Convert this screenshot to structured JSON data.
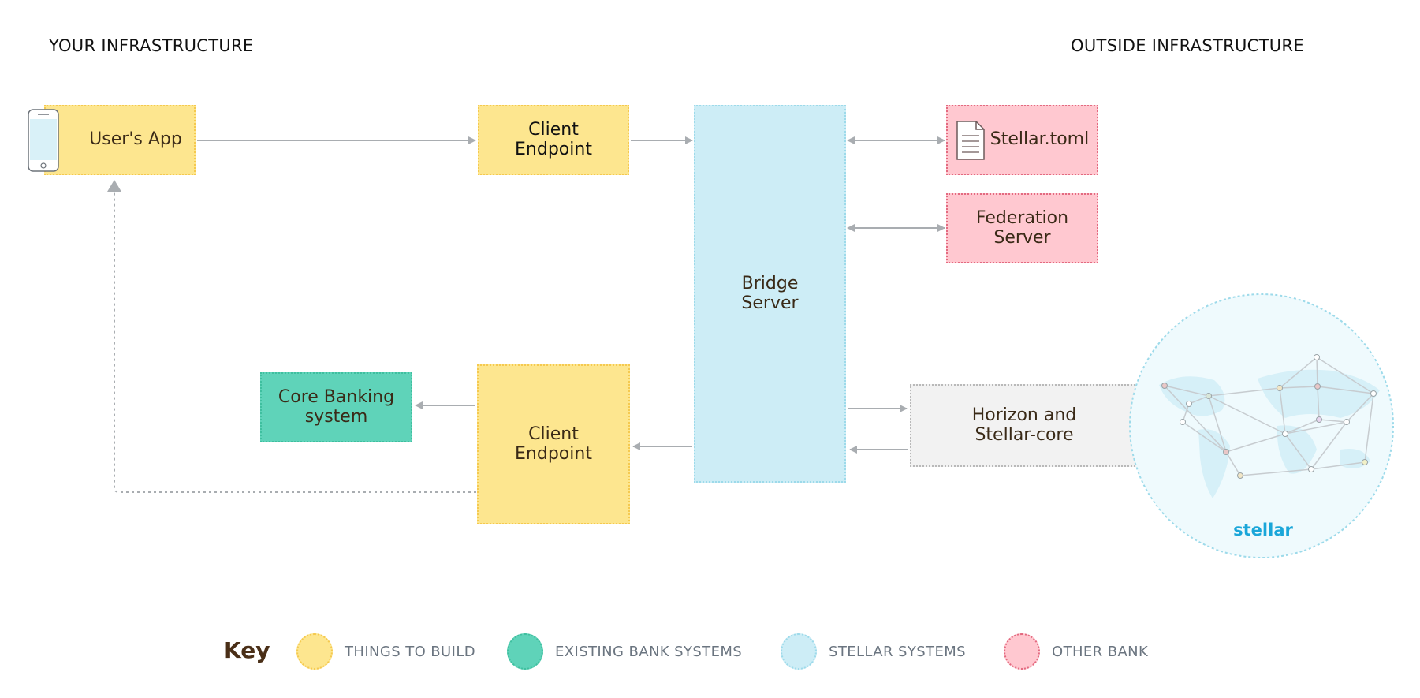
{
  "headings": {
    "left": "YOUR INFRASTRUCTURE",
    "right": "OUTSIDE INFRASTRUCTURE"
  },
  "nodes": {
    "users_app": "User's App",
    "client_endpoint_top": "Client\nEndpoint",
    "bridge_server": "Bridge\nServer",
    "stellar_toml": "Stellar.toml",
    "federation_server": "Federation\nServer",
    "core_banking": "Core Banking\nsystem",
    "client_endpoint_bottom": "Client\nEndpoint",
    "horizon": "Horizon and\nStellar-core",
    "stellar_logo": "stellar"
  },
  "key": {
    "title": "Key",
    "items": [
      {
        "label": "THINGS TO BUILD",
        "color": "#fde68f"
      },
      {
        "label": "EXISTING BANK SYSTEMS",
        "color": "#5fd3b9"
      },
      {
        "label": "STELLAR SYSTEMS",
        "color": "#cdedf6"
      },
      {
        "label": "OTHER BANK",
        "color": "#ffc8d0"
      }
    ]
  },
  "colors": {
    "arrow": "#a9adb1",
    "stellar_blue": "#1aa6d9"
  }
}
